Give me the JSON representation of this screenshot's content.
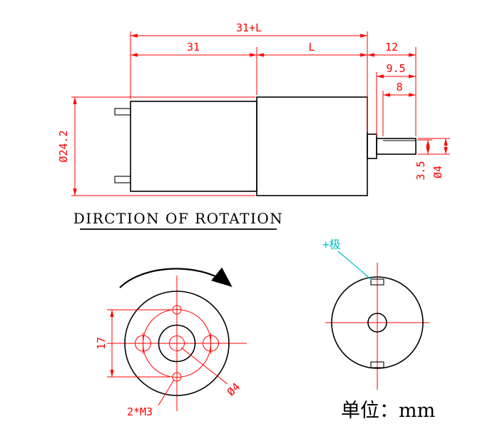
{
  "unit_label": "单位：mm",
  "rotation": {
    "label": "DIRCTION OF ROTATION"
  },
  "side_view": {
    "dim_total": "31+L",
    "dim_motor": "31",
    "dim_gearbox": "L",
    "dim_shaft_total": "12",
    "dim_shaft": "9.5",
    "dim_flat": "8",
    "dim_body_dia": "Ø24.2",
    "dim_flat_height": "3.5",
    "dim_shaft_dia": "Ø4"
  },
  "front_view": {
    "dim_hole_spacing": "17",
    "label_screws": "2*M3",
    "label_shaft_dia": "Ø4"
  },
  "rear_view": {
    "label_positive": "+极"
  },
  "colors": {
    "background": "#ffffff",
    "outline": "#000000",
    "dimension": "#ff0000",
    "polarity": "#00c3c6"
  }
}
